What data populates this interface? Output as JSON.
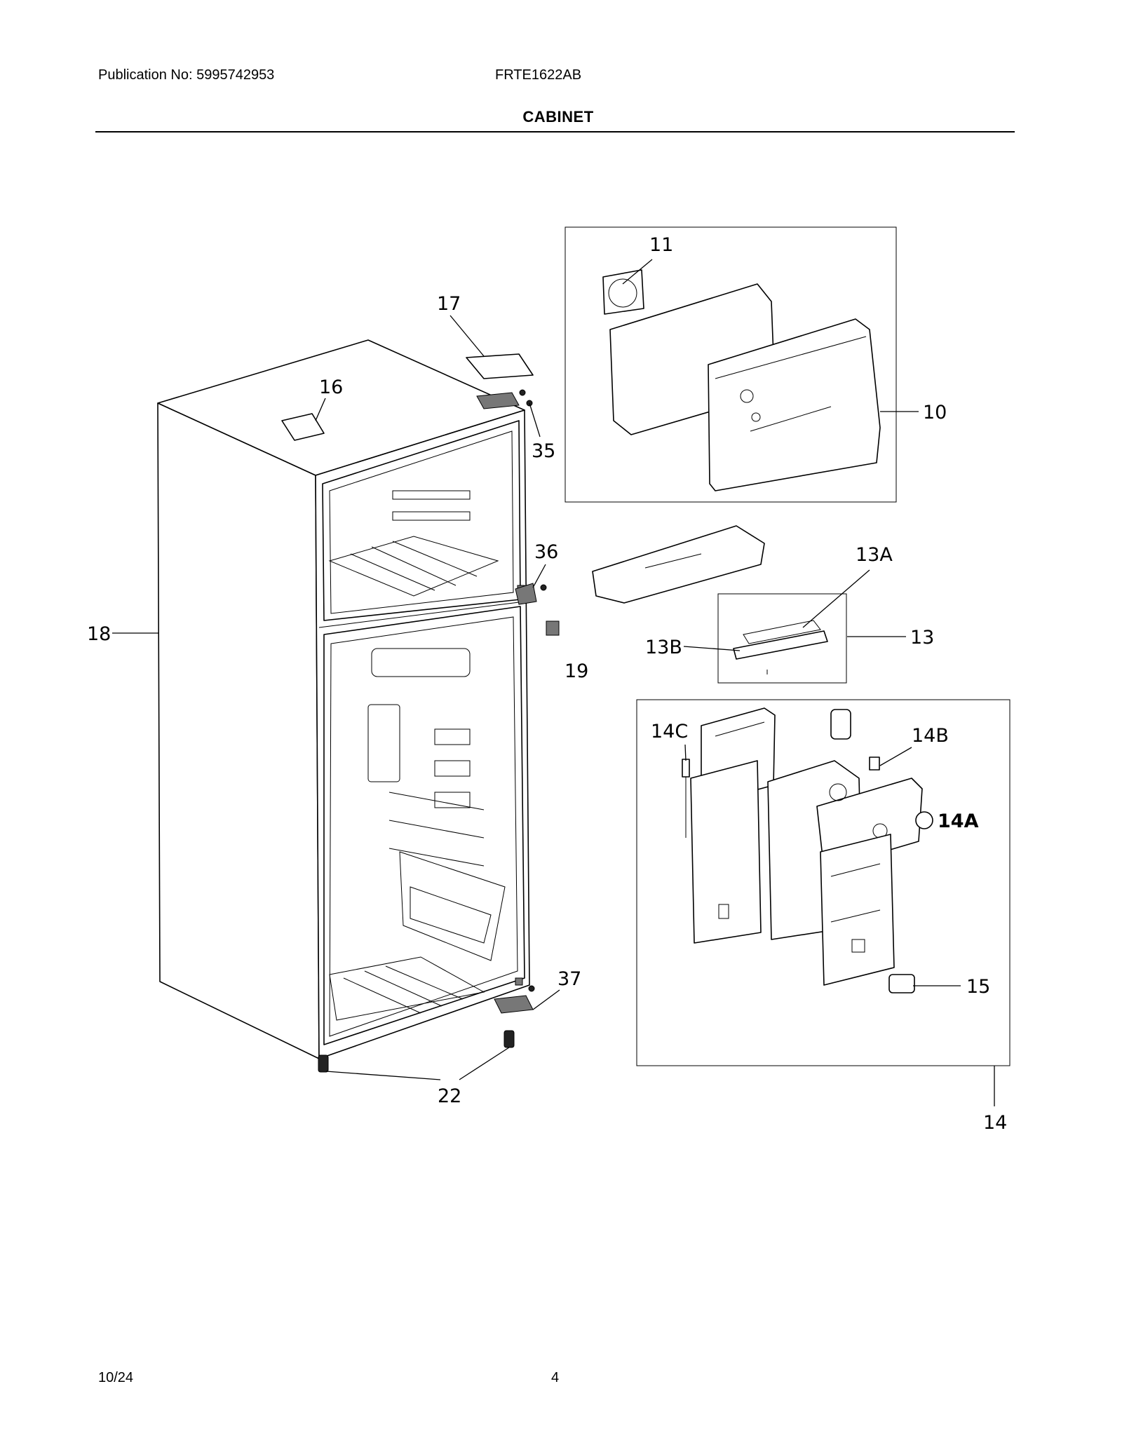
{
  "header": {
    "publication": "Publication No: 5995742953",
    "model": "FRTE1622AB",
    "title": "CABINET"
  },
  "footer": {
    "date": "10/24",
    "page": "4"
  },
  "callouts": {
    "c10": "10",
    "c11": "11",
    "c13": "13",
    "c13a": "13A",
    "c13b": "13B",
    "c14": "14",
    "c14a": "14A",
    "c14b": "14B",
    "c14c": "14C",
    "c15": "15",
    "c16": "16",
    "c17": "17",
    "c18": "18",
    "c19": "19",
    "c22": "22",
    "c35": "35",
    "c36": "36",
    "c37": "37"
  }
}
